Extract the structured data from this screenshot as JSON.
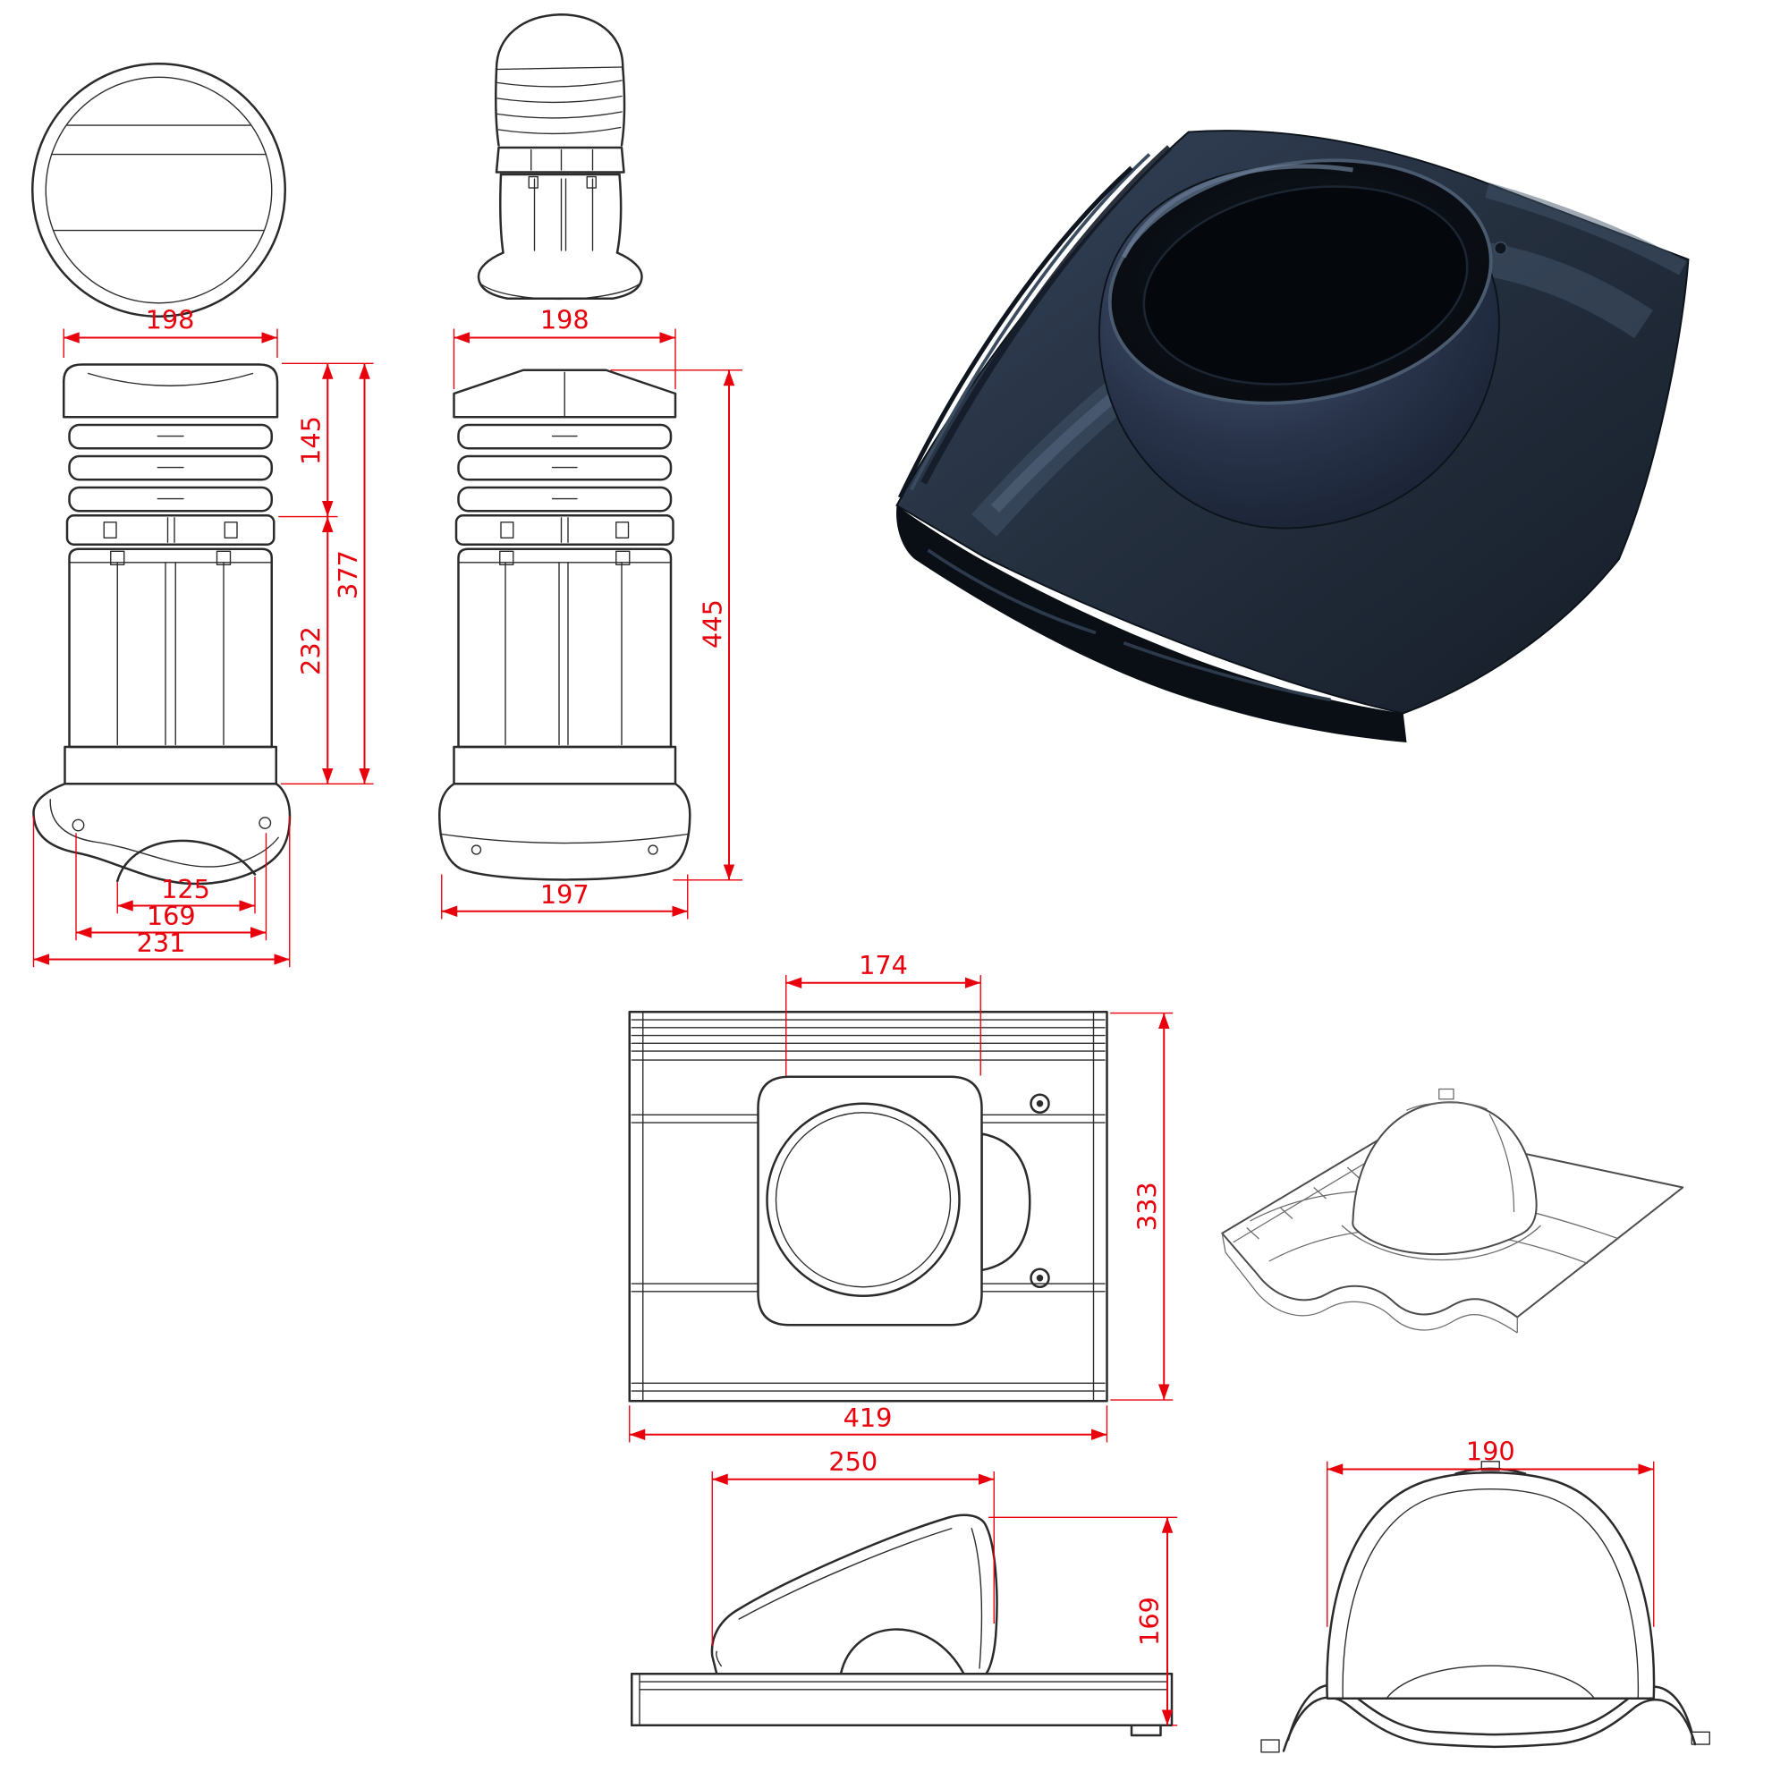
{
  "colors": {
    "dimension_accent": "#e8000d",
    "drawing_line": "#2b2b2b",
    "tile_render_dark": "#1c2530"
  },
  "vent_front": {
    "top_width": "198",
    "upper_height": "145",
    "total_height": "377",
    "body_height": "232",
    "base_inner_width": "125",
    "base_mid_width": "169",
    "base_outer_width": "231"
  },
  "vent_side": {
    "top_width": "198",
    "total_height": "445",
    "base_width": "197"
  },
  "tile_plan": {
    "opening_width": "174",
    "tile_depth": "333",
    "tile_width": "419"
  },
  "tile_side": {
    "cover_length": "250",
    "assembly_height": "169"
  },
  "tile_front": {
    "cover_width": "190"
  }
}
